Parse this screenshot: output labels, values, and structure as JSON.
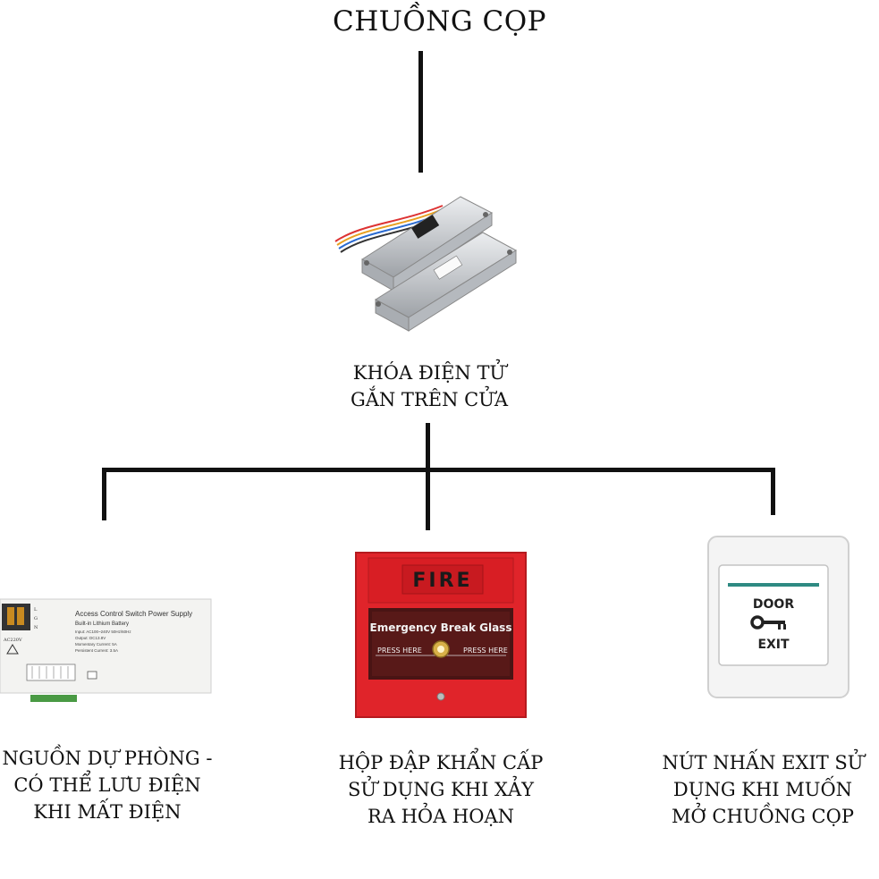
{
  "title": "CHUỒNG CỌP",
  "center_device": {
    "lines": [
      "KHÓA ĐIỆN TỬ",
      "GẮN TRÊN CỬA"
    ]
  },
  "devices": [
    {
      "lines": [
        "NGUỒN DỰ PHÒNG -",
        "CÓ THỂ LƯU ĐIỆN",
        "KHI MẤT ĐIỆN"
      ]
    },
    {
      "lines": [
        "HỘP ĐẬP KHẨN CẤP",
        "SỬ DỤNG KHI XẢY",
        "RA HỎA HOẠN"
      ]
    },
    {
      "lines": [
        "NÚT NHẤN EXIT SỬ",
        "DỤNG KHI MUỐN",
        "MỞ CHUỒNG CỌP"
      ]
    }
  ],
  "power_supply_image": {
    "header": "Access Control Switch Power Supply",
    "subheader": "Built-in Lithium Battery",
    "specs": [
      "Input:  AC100~240V 50Hz/60Hz",
      "Output:  DC13.8V",
      "Momentary Current:  5A",
      "Persistent Current:  3.5A"
    ],
    "terminal_label": "AC220V",
    "side_letters": [
      "L",
      "G",
      "N"
    ]
  },
  "fire_box_image": {
    "title": "FIRE",
    "subtitle": "Emergency Break Glass",
    "press_left": "PRESS HERE",
    "press_right": "PRESS HERE"
  },
  "exit_button_image": {
    "top": "DOOR",
    "bottom": "EXIT"
  },
  "colors": {
    "fire_red": "#e0242a",
    "line": "#111111",
    "lock_metal": "#c9ccd0"
  }
}
